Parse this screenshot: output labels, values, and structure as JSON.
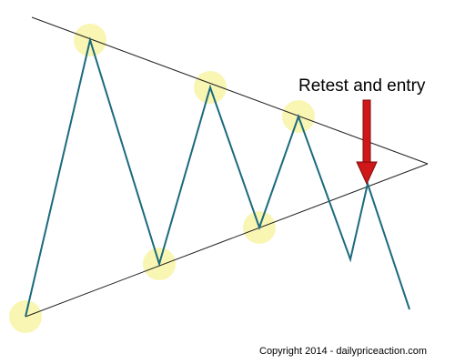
{
  "annotation": {
    "label": "Retest and entry"
  },
  "footer": {
    "copyright": "Copyright 2014 - dailypriceaction.com"
  },
  "colors": {
    "background": "#ffffff",
    "price_line": "#1b6a7d",
    "trendline": "#222222",
    "highlight": "#f7f29a",
    "arrow": "#d01818",
    "arrow_outline": "#7a0c0c"
  },
  "pattern": {
    "name_hidden": "",
    "trendlines": [
      "upper-resistance",
      "lower-support"
    ],
    "touch_points": 6
  }
}
